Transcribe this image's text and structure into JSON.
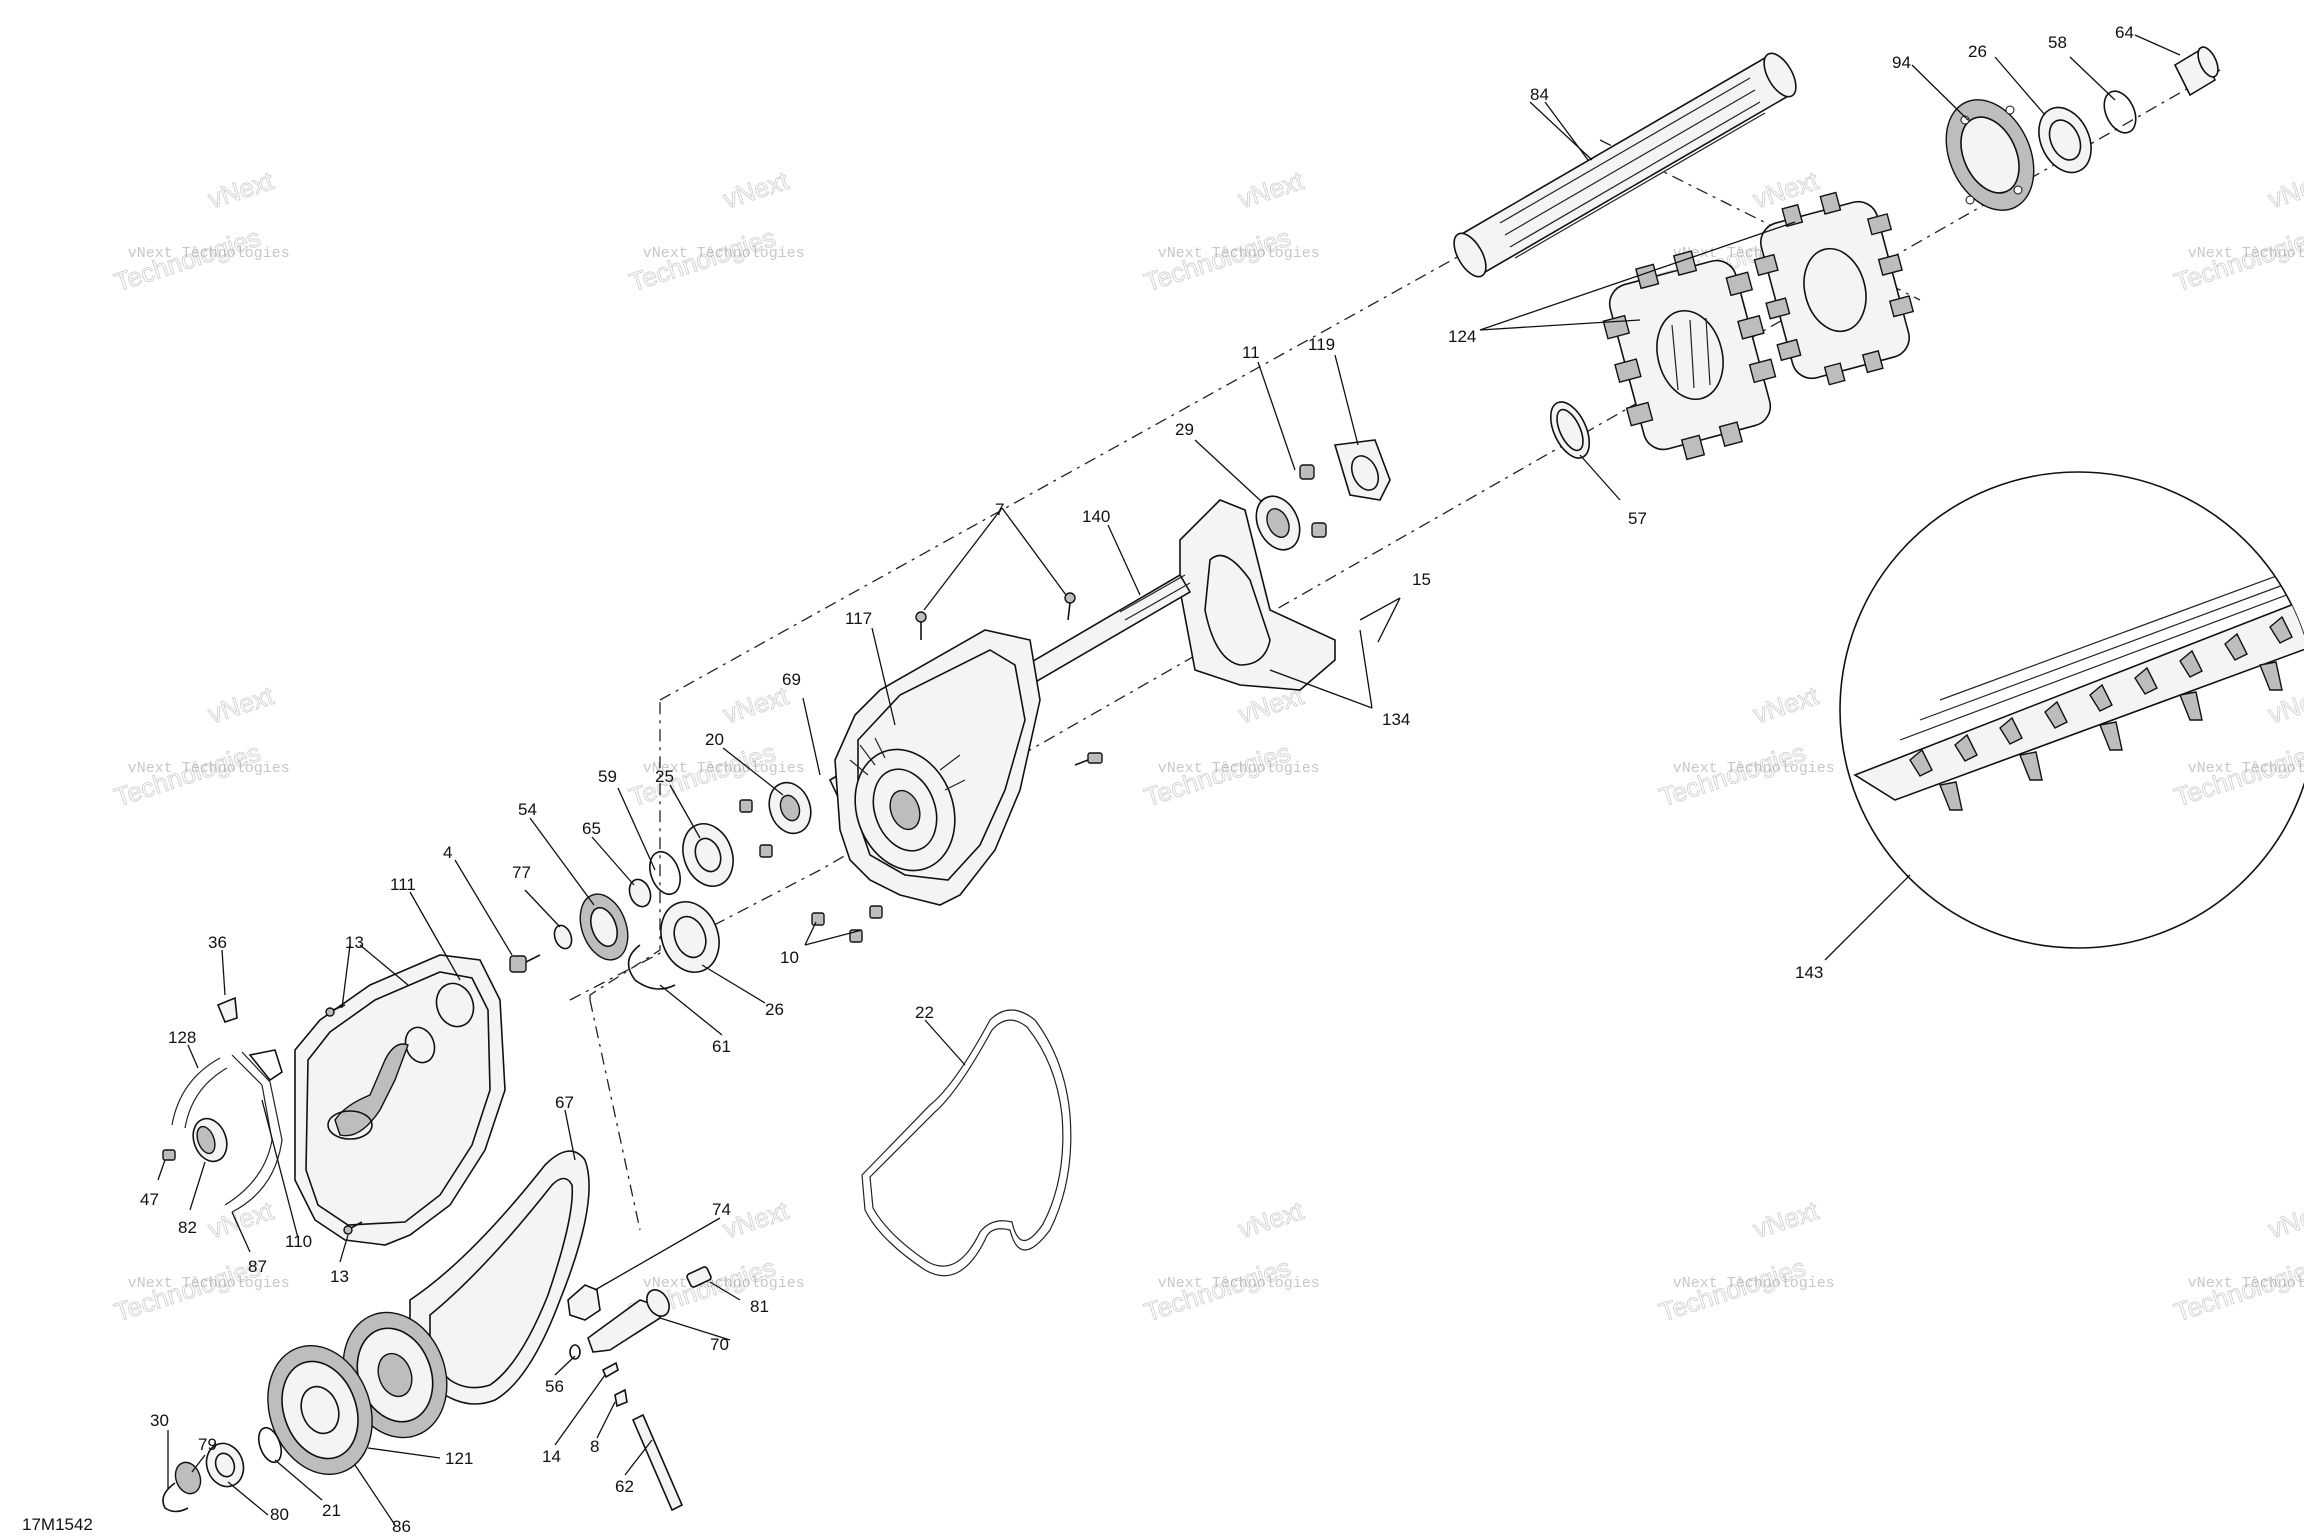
{
  "drawing_code": "17M1542",
  "watermark": {
    "line1": "vNext Technologies",
    "line2": "Technologies",
    "arc": "vNext"
  },
  "callouts": [
    "84",
    "94",
    "26",
    "58",
    "64",
    "124",
    "119",
    "11",
    "29",
    "57",
    "7",
    "140",
    "15",
    "134",
    "117",
    "69",
    "20",
    "59",
    "25",
    "54",
    "65",
    "77",
    "4",
    "111",
    "13",
    "36",
    "128",
    "47",
    "82",
    "87",
    "110",
    "13",
    "10",
    "26",
    "61",
    "22",
    "67",
    "74",
    "81",
    "70",
    "56",
    "14",
    "8",
    "62",
    "30",
    "79",
    "80",
    "21",
    "86",
    "121",
    "143"
  ]
}
